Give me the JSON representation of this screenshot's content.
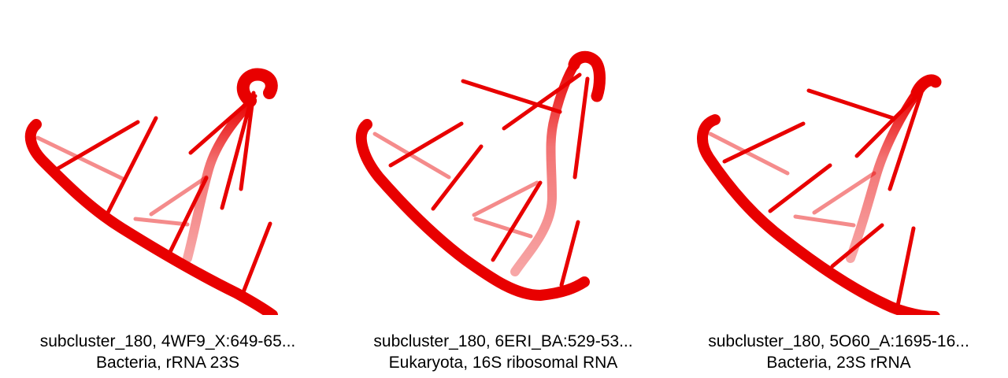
{
  "structure_color": "#e80000",
  "panels": [
    {
      "line1": "subcluster_180, 4WF9_X:649-65...",
      "line2": "Bacteria, rRNA 23S"
    },
    {
      "line1": "subcluster_180, 6ERI_BA:529-53...",
      "line2": "Eukaryota, 16S ribosomal RNA"
    },
    {
      "line1": "subcluster_180, 5O60_A:1695-16...",
      "line2": "Bacteria, 23S rRNA"
    }
  ]
}
